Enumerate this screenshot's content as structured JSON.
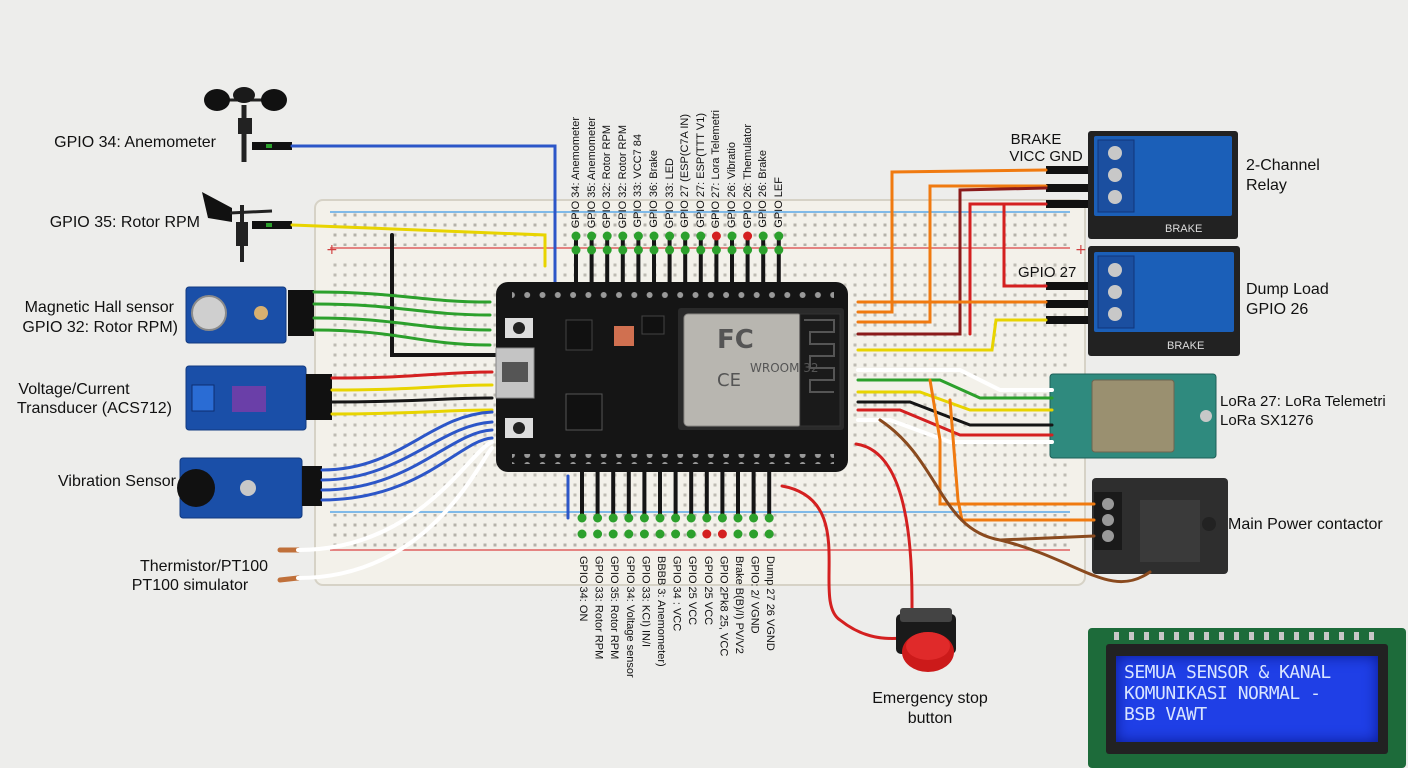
{
  "colors": {
    "background": "#ededeb",
    "breadboard": "#f3f1ea",
    "esp32_board": "#151515",
    "module_blue": "#1a4fa8",
    "relay_blue": "#1b5fb8",
    "lora_green": "#2f8a7e",
    "wire_green": "#2ca02c",
    "wire_red": "#d42020",
    "wire_yellow": "#e8d400",
    "wire_blue": "#2c56c8",
    "wire_orange": "#f07a10",
    "wire_brown": "#8a4a1e",
    "lcd_screen": "#1f3fe6",
    "button_red": "#cc1a1a"
  },
  "left_labels": {
    "anemometer": "GPIO 34: Anemometer",
    "rotor_rpm": "GPIO 35: Rotor RPM",
    "hall_line1": "Magnetic Hall sensor",
    "hall_line2": "GPIO 32: Rotor RPM)",
    "vc_line1": "Voltage/Current",
    "vc_line2": "Transducer (ACS712)",
    "vibration": "Vibration Sensor",
    "thermistor_line1": "Thermistor/PT100",
    "thermistor_line2": "PT100 simulator"
  },
  "right_labels": {
    "brake": "BRAKE",
    "vcc_gnd": "VICC GND",
    "relay_line1": "2-Channel",
    "relay_line2": "Relay",
    "gpio27": "GPIO 27",
    "dump_line1": "Dump Load",
    "dump_line2": "GPIO 26",
    "lora_line1": "LoRa 27: LoRa Telemetri",
    "lora_line2": "LoRa SX1276",
    "contactor": "Main Power contactor",
    "relay1_silk": "BRAKE",
    "relay2_silk": "BRAKE"
  },
  "estop": {
    "line1": "Emergency stop",
    "line2": "button"
  },
  "top_pins": [
    "GPIO 34: Anemometer",
    "GPIO 35: Anemometer",
    "GPIO 32: Rotor RPM",
    "GPIO 32: Rotor RPM",
    "GPIO 33: VCC7 84",
    "GPIO 36: Brake",
    "GPIO 33: LED",
    "GPIO 27 (ESP(C7A IN)",
    "GPIO 27: ESP(TTT V1)",
    "GPIO 27: Lora Telemetri",
    "GPIO 26: Vibratio",
    "GPIO 26: Themulator",
    "GPIO 26: Brake",
    "GPIO LEF"
  ],
  "bottom_pins": [
    "GPIO 34: ON",
    "GPIO 33: Rotor RPM",
    "GPIO 35: Rotor RPM",
    "GPIO 34: Voltage sensor",
    "GPIO 33: KCI) IN/I",
    "BBBB 3: Anemometer)",
    "GPIO 34 : VCC",
    "GPIO 25 VCC",
    "GPIO 25 VCC",
    "GPIO 2Pk8 25, VCC",
    "Brake B(B)/I) PV/V2",
    "GPIO: 2/ VGND",
    "Dump 27 26 VGND"
  ],
  "esp32": {
    "module_text": "WROOM 32",
    "fcc": "FC",
    "ce": "CE"
  },
  "lcd": {
    "line1": "SEMUA SENSOR & KANAL",
    "line2": "KOMUNIKASI NORMAL -",
    "line3": "BSB VAWT"
  }
}
